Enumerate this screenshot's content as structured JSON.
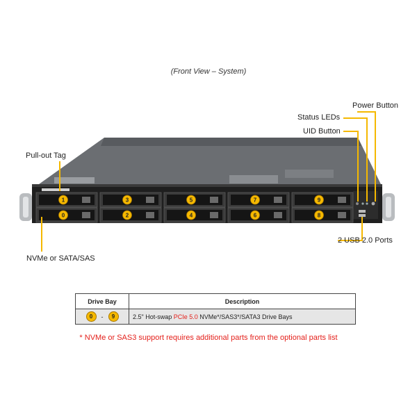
{
  "caption": "(Front View – System)",
  "labels": {
    "power_button": "Power Button",
    "status_leds": "Status LEDs",
    "uid_button": "UID Button",
    "pullout_tag": "Pull-out Tag",
    "usb_ports": "2 USB 2.0 Ports",
    "nvme_sata": "NVMe or SATA/SAS"
  },
  "drive_bays": {
    "top_row": [
      "1",
      "3",
      "5",
      "7",
      "9"
    ],
    "bottom_row": [
      "0",
      "2",
      "4",
      "6",
      "8"
    ]
  },
  "colors": {
    "callout": "#f5b800",
    "note": "#e4201b",
    "chassis": "#2a2a2a"
  },
  "table": {
    "headers": [
      "Drive Bay",
      "Description"
    ],
    "row": {
      "bay_start": "0",
      "bay_sep": "-",
      "bay_end": "9",
      "desc_pre": "2.5\" Hot-swap ",
      "desc_highlight": "PCIe 5.0",
      "desc_post": " NVMe*/SAS3*/SATA3 Drive Bays"
    }
  },
  "note": "* NVMe or SAS3 support requires additional parts from the optional parts list"
}
